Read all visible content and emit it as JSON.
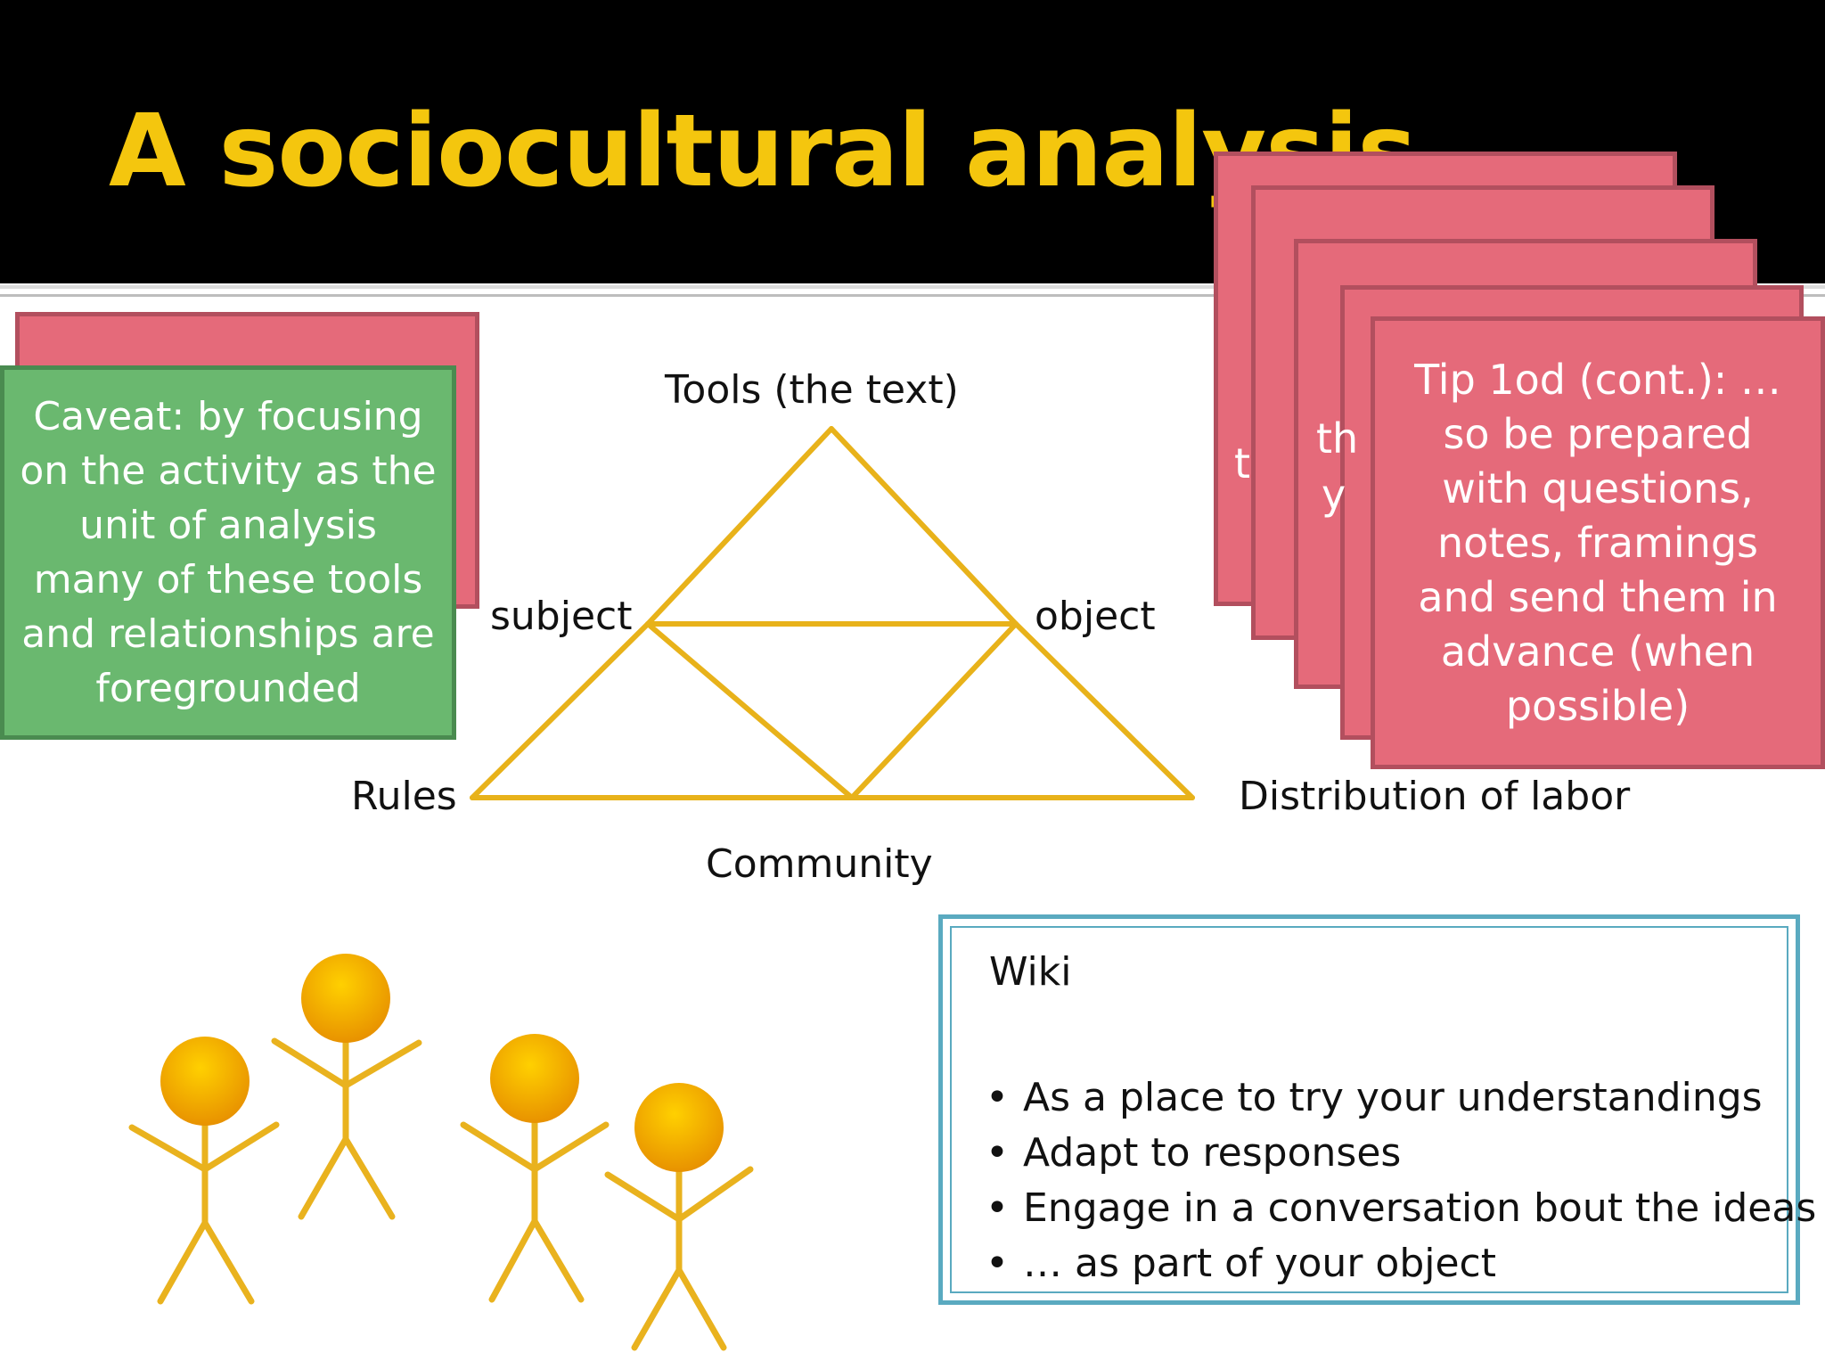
{
  "slide": {
    "title": "A sociocultural analysis",
    "caveat": "Caveat: by focusing on the activity as the unit of analysis many of these tools and relationships are foregrounded",
    "tip": "Tip 1od (cont.): … so be prepared with questions, notes, framings and send them in advance (when possible)",
    "partial_glyphs": [
      "t",
      "th",
      "y"
    ]
  },
  "diagram": {
    "tools": "Tools (the text)",
    "subject": "subject",
    "object": "object",
    "rules": "Rules",
    "community": "Community",
    "division": "Distribution of labor",
    "line_color": "#e8b21a"
  },
  "wiki": {
    "title": "Wiki",
    "items": [
      "As a place to try your understandings",
      "Adapt to responses",
      "Engage in a conversation bout the ideas",
      "… as part of your object"
    ]
  },
  "colors": {
    "title": "#f4c60e",
    "pink_card": "#e56a7a",
    "green_card": "#6ab86f",
    "figure": "#f2a900",
    "wiki_border": "#5aaac0"
  }
}
